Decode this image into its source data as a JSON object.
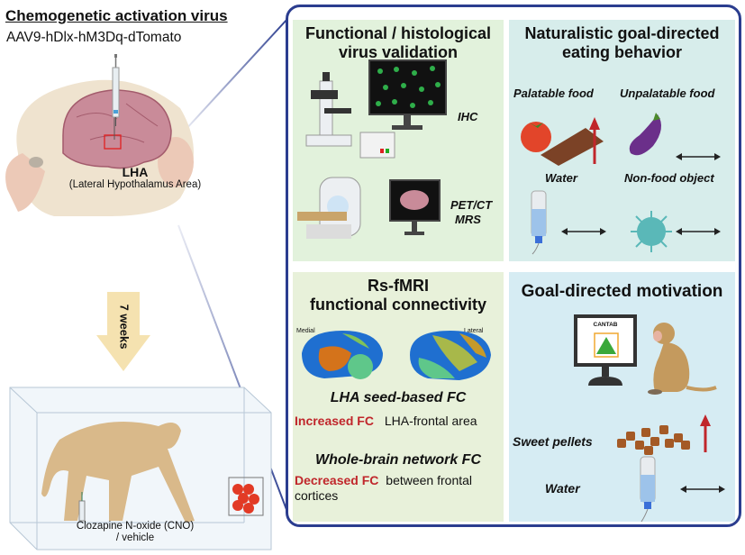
{
  "left": {
    "title": "Chemogenetic activation virus",
    "virus": "AAV9-hDlx-hM3Dq-dTomato",
    "target_short": "LHA",
    "target_full": "(Lateral Hypothalamus Area)",
    "delay": "7 weeks",
    "injection_line1": "Clozapine N-oxide (CNO)",
    "injection_line2": "/ vehicle"
  },
  "panels": {
    "validation": {
      "title_line1": "Functional / histological",
      "title_line2": "virus validation",
      "method1": "IHC",
      "method2_line1": "PET/CT",
      "method2_line2": "MRS"
    },
    "eating": {
      "title_line1": "Naturalistic goal-directed",
      "title_line2": "eating behavior",
      "items": [
        {
          "label": "Palatable food",
          "effect": "increase"
        },
        {
          "label": "Unpalatable food",
          "effect": "no-change"
        },
        {
          "label": "Water",
          "effect": "no-change"
        },
        {
          "label": "Non-food object",
          "effect": "no-change"
        }
      ]
    },
    "fmri": {
      "title_line1": "Rs-fMRI",
      "title_line2": "functional connectivity",
      "view_medial": "Medial",
      "view_lateral": "Lateral",
      "seed_title": "LHA seed-based FC",
      "seed_result": "Increased FC",
      "seed_region": "LHA-frontal area",
      "network_title": "Whole-brain network FC",
      "network_result": "Decreased FC",
      "network_region_line1": "between frontal",
      "network_region_line2": "cortices"
    },
    "motivation": {
      "title": "Goal-directed motivation",
      "screen_label": "CANTAB",
      "items": [
        {
          "label": "Sweet pellets",
          "effect": "increase"
        },
        {
          "label": "Water",
          "effect": "no-change"
        }
      ]
    }
  },
  "colors": {
    "frame": "#2b3d8f",
    "increase_arrow": "#c0262b",
    "result_text": "#c0262b"
  }
}
